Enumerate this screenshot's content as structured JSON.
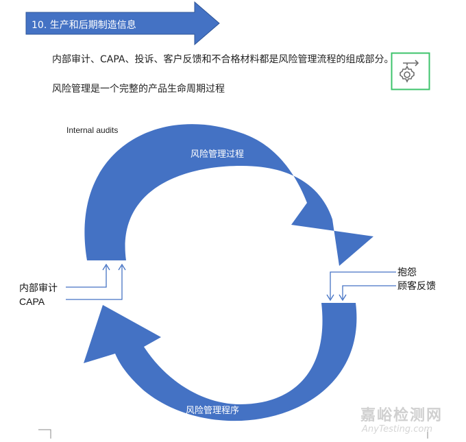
{
  "header": {
    "title": "10. 生产和后期制造信息"
  },
  "intro": {
    "line1": "内部审计、CAPA、投诉、客户反馈和不合格材料都是风险管理流程的组成部分。",
    "line2": "风险管理是一个完整的产品生命周期过程"
  },
  "icon": {
    "name": "gear-arrow-icon",
    "border_color": "#3cc36b"
  },
  "diagram": {
    "top_label": "Internal audits",
    "top_arc_label": "风险管理过程",
    "bottom_arc_label": "风险管理程序",
    "left_inputs": [
      "内部审计",
      "CAPA"
    ],
    "right_inputs": [
      "抱怨",
      "顾客反馈"
    ],
    "arc_color": "#4472c4"
  },
  "watermark": {
    "cn": "嘉峪检测网",
    "en": "AnyTesting.com"
  }
}
